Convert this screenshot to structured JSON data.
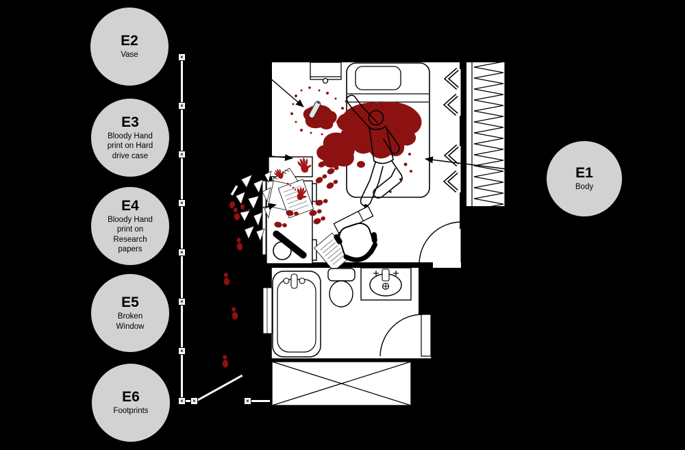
{
  "markers": {
    "e1": {
      "id": "E1",
      "label": "Body"
    },
    "e2": {
      "id": "E2",
      "label": "Vase"
    },
    "e3": {
      "id": "E3",
      "label": "Bloody Hand print on Hard drive case"
    },
    "e4": {
      "id": "E4",
      "label": "Bloody Hand print on Research papers"
    },
    "e5": {
      "id": "E5",
      "label": "Broken Window"
    },
    "e6": {
      "id": "E6",
      "label": "Footprints"
    }
  },
  "fence": {
    "post_glyph": "×"
  },
  "colors": {
    "background": "#000000",
    "floor": "#ffffff",
    "walls": "#000000",
    "blood": "#8c1212",
    "handprint": "#a31414",
    "marker_fill": "#d2d2d2",
    "marker_text": "#000000"
  }
}
